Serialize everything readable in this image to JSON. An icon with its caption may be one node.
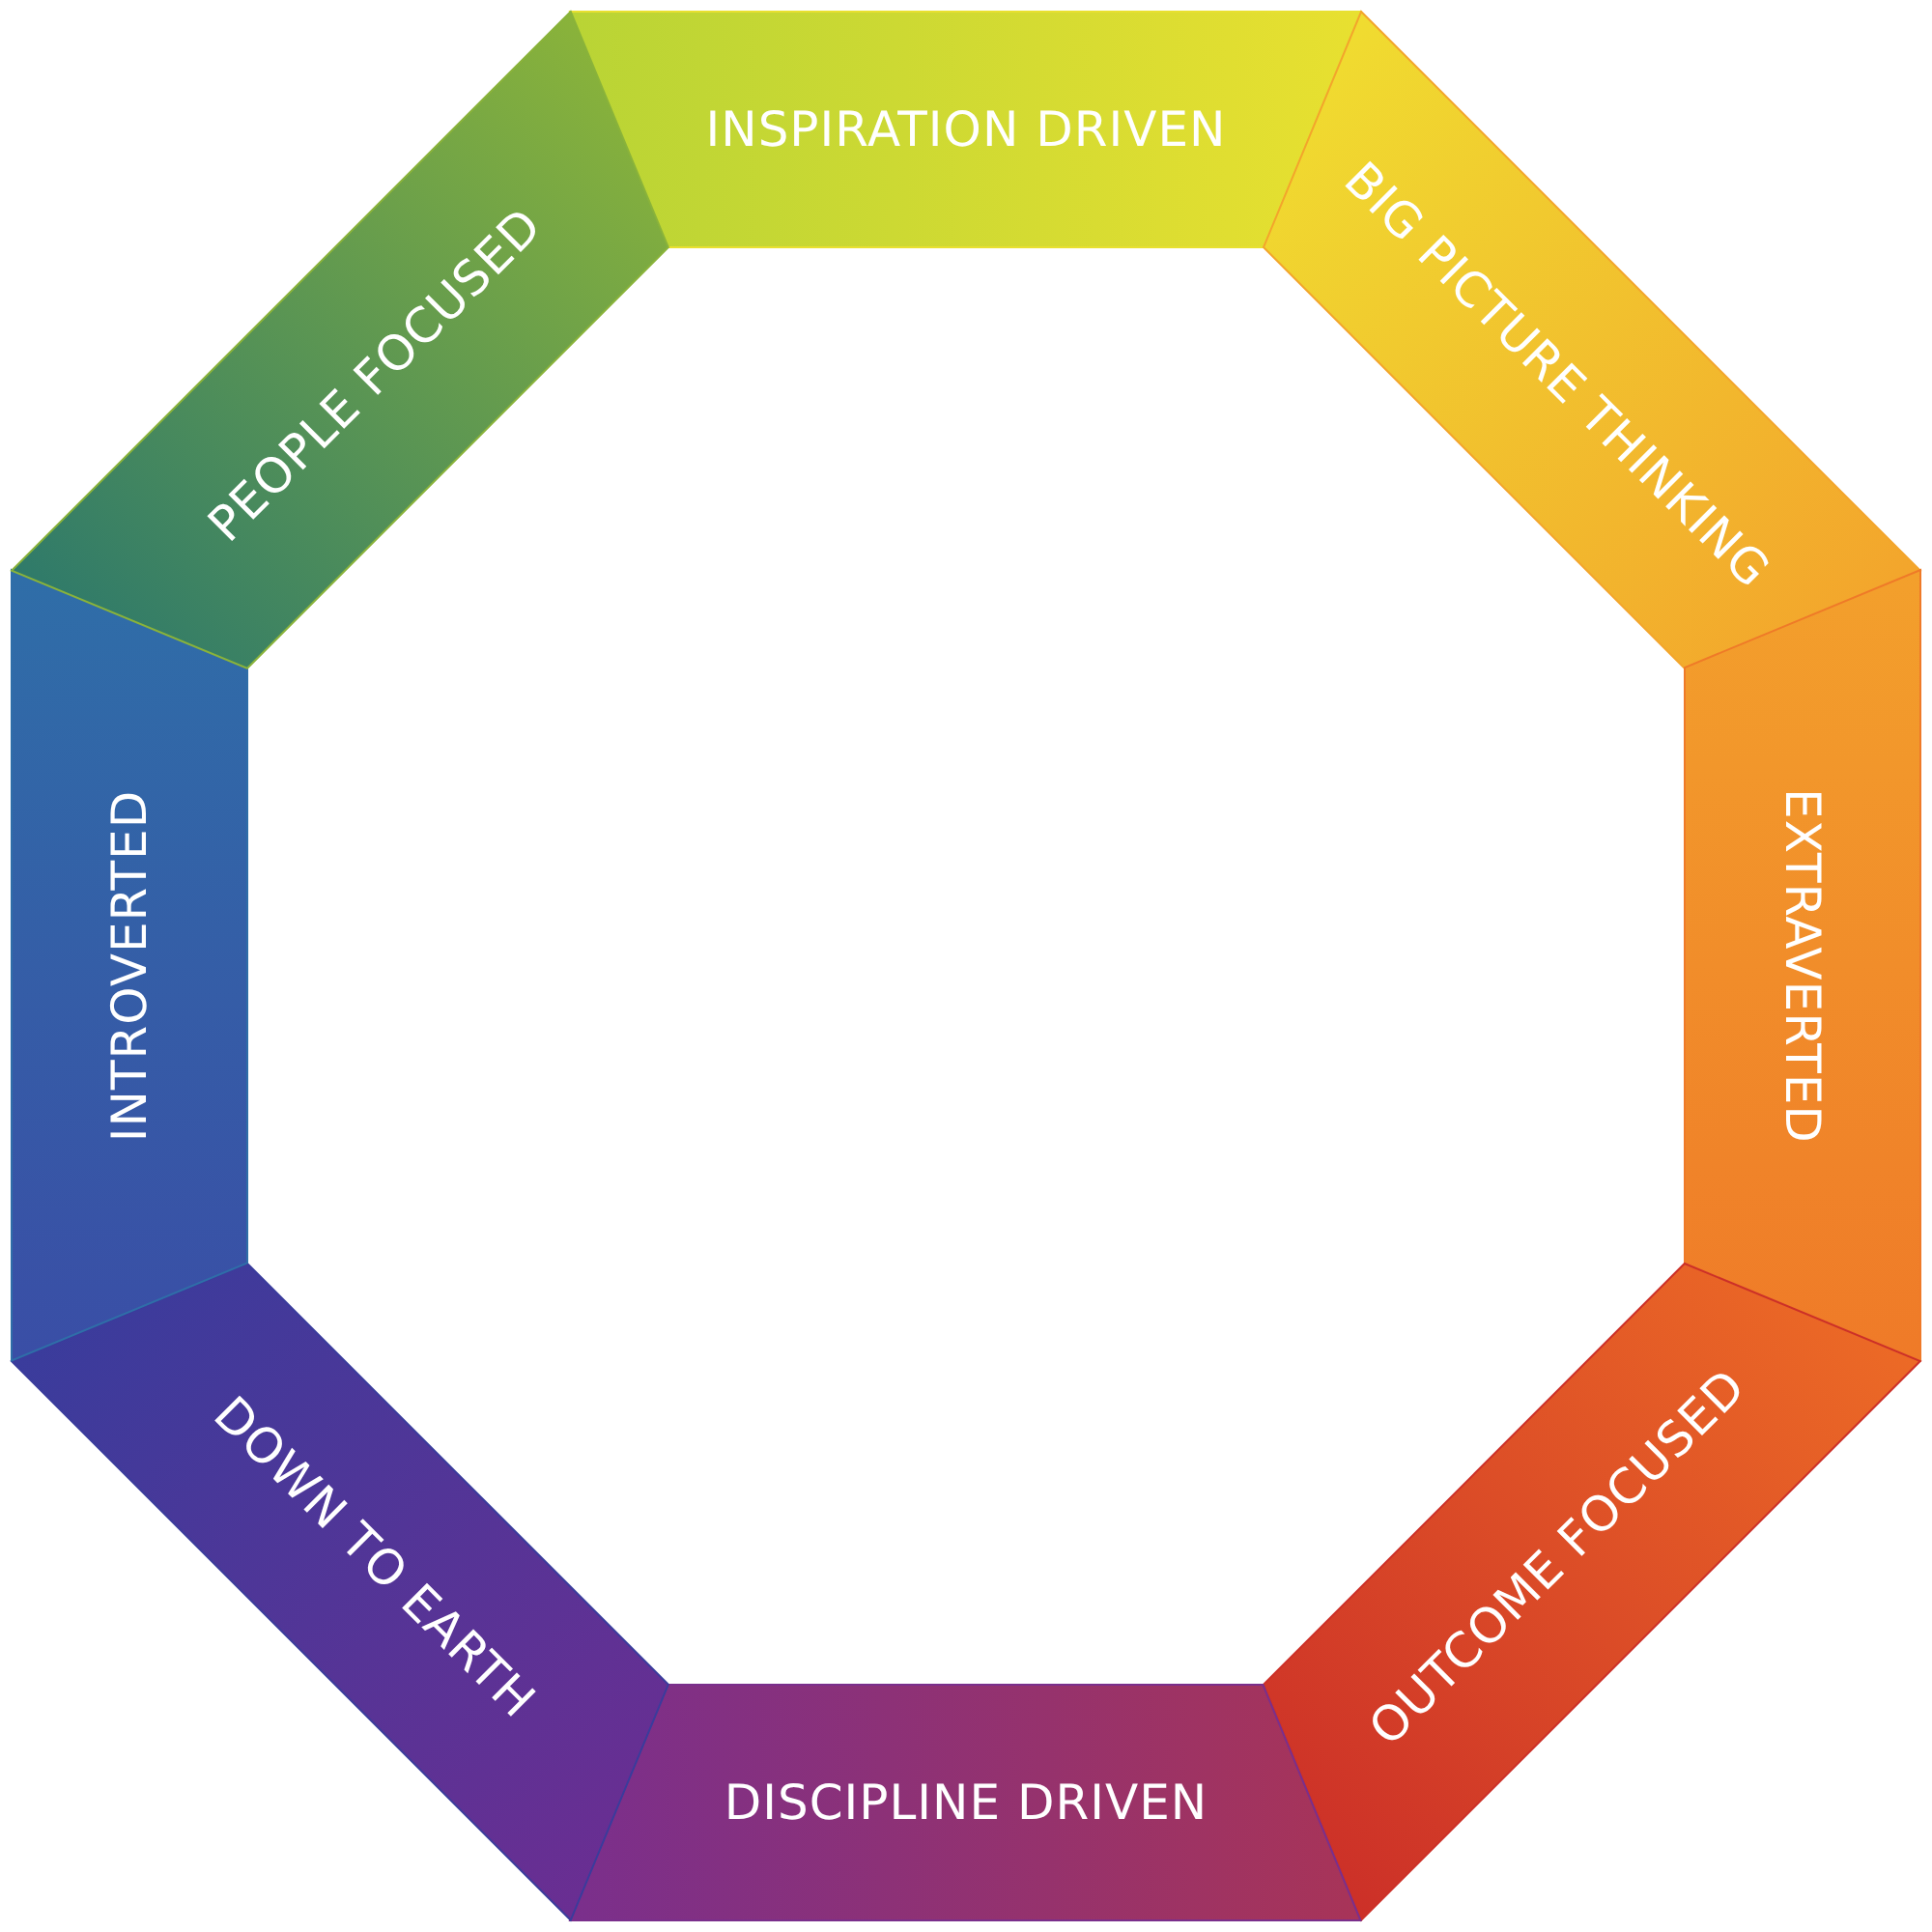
{
  "diagram": {
    "nodes": [
      {
        "text": [
          "INSPIRATION DRIVEN"
        ]
      },
      {
        "text": [
          "BIG PICTURE THINKING"
        ]
      },
      {
        "text": [
          "EXTRAVERTED"
        ]
      },
      {
        "text": [
          "OUTCOME FOCUSED"
        ]
      },
      {
        "text": [
          "DISCIPLINE DRIVEN"
        ]
      },
      {
        "text": [
          "DOWN TO EARTH"
        ]
      },
      {
        "text": [
          "INTROVERTED"
        ]
      },
      {
        "text": [
          "PEOPLE FOCUSED"
        ]
      }
    ]
  }
}
